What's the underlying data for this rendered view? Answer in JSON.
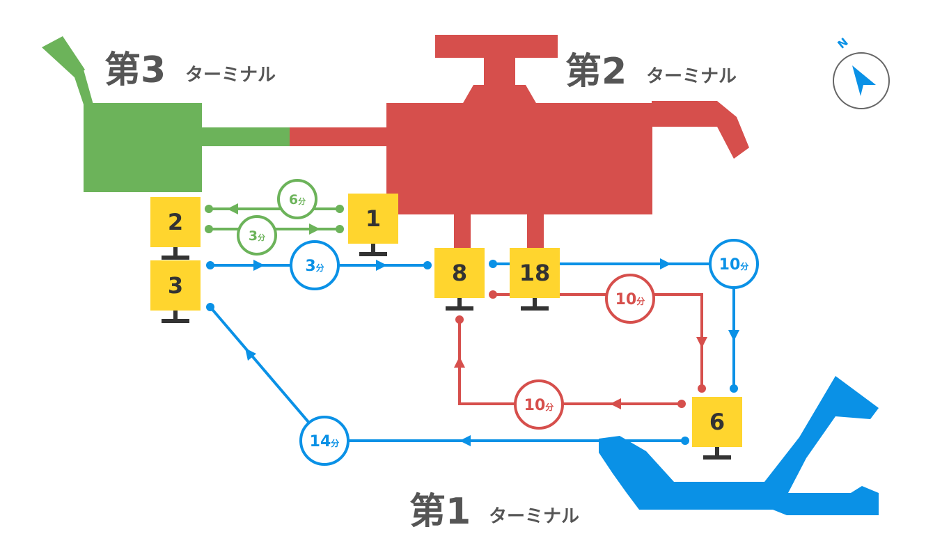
{
  "colors": {
    "t1": "#0a91e6",
    "t2": "#d64f4c",
    "t3": "#6cb35a",
    "stop": "#ffd52e",
    "text": "#555555",
    "stopText": "#333333",
    "pole": "#333333"
  },
  "terminals": {
    "t1": {
      "big": "第1",
      "small": "ターミナル"
    },
    "t2": {
      "big": "第2",
      "small": "ターミナル"
    },
    "t3": {
      "big": "第3",
      "small": "ターミナル"
    }
  },
  "stops": {
    "s1": "1",
    "s2": "2",
    "s3": "3",
    "s6": "6",
    "s8": "8",
    "s18": "18"
  },
  "times": {
    "green_top": {
      "num": "6",
      "unit": "分"
    },
    "green_bottom": {
      "num": "3",
      "unit": "分"
    },
    "blue_t3_t2": {
      "num": "3",
      "unit": "分"
    },
    "blue_t2_t1": {
      "num": "10",
      "unit": "分"
    },
    "blue_t1_t3": {
      "num": "14",
      "unit": "分"
    },
    "red_t2_t1": {
      "num": "10",
      "unit": "分"
    },
    "red_t1_t2": {
      "num": "10",
      "unit": "分"
    }
  },
  "compass": {
    "label": "N",
    "icon": "compass-icon"
  }
}
